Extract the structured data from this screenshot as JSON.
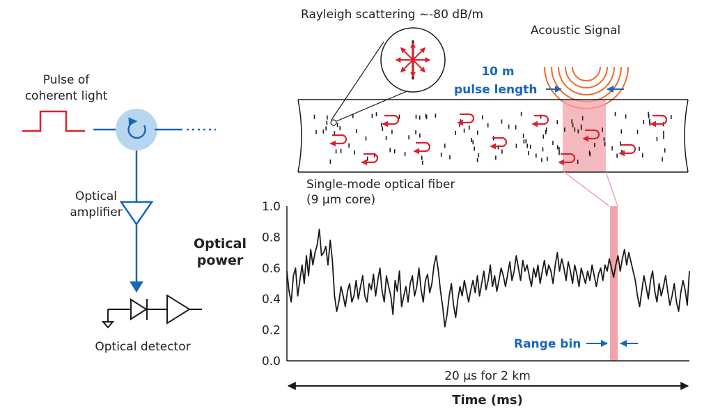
{
  "colors": {
    "blue": "#1a67b8",
    "light_blue": "#b7d7f0",
    "red": "#e0202a",
    "pink": "#f2a3aa",
    "orange": "#f06a2e",
    "black": "#1a1a1a"
  },
  "left": {
    "pulse_label_line1": "Pulse of",
    "pulse_label_line2": "coherent light",
    "amp_label_line1": "Optical",
    "amp_label_line2": "amplifier",
    "detector_label": "Optical detector"
  },
  "fiber": {
    "rayleigh_label": "Rayleigh scattering ~-80 dB/m",
    "acoustic_label": "Acoustic Signal",
    "pulse_length_value": "10 m",
    "pulse_length_label": "pulse length",
    "fiber_label_line1": "Single-mode optical fiber",
    "fiber_label_line2": "(9 µm core)"
  },
  "chart_data": {
    "type": "line",
    "ylabel_line1": "Optical",
    "ylabel_line2": "power",
    "xlabel": "Time (ms)",
    "span_label": "20 µs for 2 km",
    "range_bin_label": "Range bin",
    "ylim": [
      0,
      1.0
    ],
    "yticks": [
      "0.0",
      "0.2",
      "0.4",
      "0.6",
      "0.8",
      "1.0"
    ],
    "y": [
      0.58,
      0.45,
      0.38,
      0.55,
      0.6,
      0.42,
      0.52,
      0.62,
      0.5,
      0.68,
      0.55,
      0.72,
      0.62,
      0.7,
      0.75,
      0.85,
      0.68,
      0.7,
      0.74,
      0.62,
      0.78,
      0.65,
      0.42,
      0.32,
      0.38,
      0.48,
      0.42,
      0.35,
      0.45,
      0.5,
      0.38,
      0.42,
      0.52,
      0.4,
      0.48,
      0.55,
      0.42,
      0.38,
      0.5,
      0.46,
      0.56,
      0.42,
      0.52,
      0.6,
      0.45,
      0.38,
      0.55,
      0.48,
      0.42,
      0.3,
      0.52,
      0.45,
      0.58,
      0.35,
      0.42,
      0.48,
      0.38,
      0.5,
      0.55,
      0.42,
      0.48,
      0.6,
      0.46,
      0.38,
      0.52,
      0.56,
      0.44,
      0.5,
      0.62,
      0.68,
      0.58,
      0.45,
      0.35,
      0.22,
      0.3,
      0.42,
      0.5,
      0.36,
      0.28,
      0.4,
      0.48,
      0.42,
      0.52,
      0.45,
      0.38,
      0.46,
      0.52,
      0.44,
      0.55,
      0.42,
      0.5,
      0.58,
      0.46,
      0.52,
      0.62,
      0.48,
      0.55,
      0.45,
      0.52,
      0.6,
      0.55,
      0.48,
      0.56,
      0.64,
      0.52,
      0.58,
      0.68,
      0.6,
      0.52,
      0.65,
      0.58,
      0.62,
      0.55,
      0.48,
      0.6,
      0.54,
      0.62,
      0.5,
      0.58,
      0.65,
      0.55,
      0.62,
      0.58,
      0.5,
      0.62,
      0.7,
      0.58,
      0.66,
      0.6,
      0.52,
      0.64,
      0.58,
      0.5,
      0.62,
      0.56,
      0.48,
      0.6,
      0.55,
      0.5,
      0.58,
      0.52,
      0.62,
      0.55,
      0.48,
      0.56,
      0.6,
      0.52,
      0.62,
      0.58,
      0.66,
      0.6,
      0.54,
      0.62,
      0.68,
      0.58,
      0.66,
      0.72,
      0.62,
      0.7,
      0.64,
      0.58,
      0.52,
      0.42,
      0.35,
      0.45,
      0.55,
      0.48,
      0.4,
      0.52,
      0.58,
      0.45,
      0.38,
      0.5,
      0.42,
      0.48,
      0.55,
      0.45,
      0.36,
      0.42,
      0.5,
      0.38,
      0.32,
      0.44,
      0.52,
      0.46,
      0.36,
      0.58
    ]
  }
}
